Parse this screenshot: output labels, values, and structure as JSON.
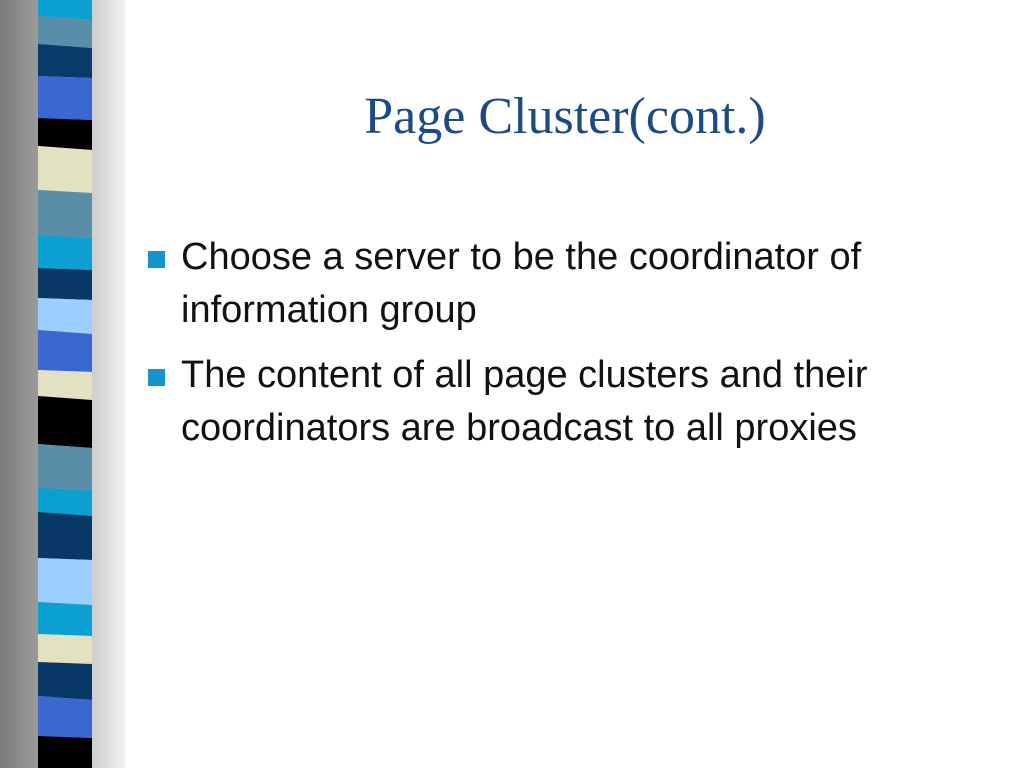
{
  "slide": {
    "title": "Page Cluster(cont.)",
    "bullets": [
      {
        "text": "Choose a server to be the coordinator of information group"
      },
      {
        "text": "The content of all page clusters and their coordinators are broadcast to all proxies"
      }
    ]
  },
  "colors": {
    "title": "#1d4a86",
    "body_text": "#111111",
    "bullet_marker": "#1496cc",
    "background": "#ffffff",
    "stripe_palette": [
      "#5a8ea8",
      "#0a3a6a",
      "#3a68d0",
      "#000000",
      "#e2e2c2",
      "#0ca0d2",
      "#9ccfff",
      "#0a3866"
    ]
  },
  "icons": {
    "bullet": "square-bullet-icon",
    "sidebar": "decorative-stripe-column"
  }
}
